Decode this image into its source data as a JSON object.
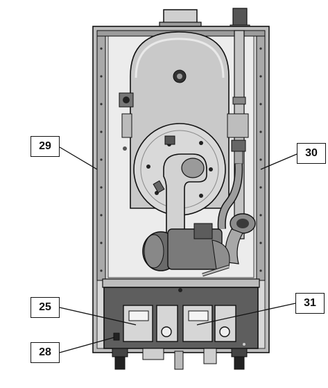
{
  "callouts": {
    "c29": "29",
    "c30": "30",
    "c25": "25",
    "c31": "31",
    "c28": "28"
  },
  "colors": {
    "outline": "#111111",
    "panel_light": "#e6e6e6",
    "metal_mid": "#b5b5b5",
    "metal_dark": "#6e6e6e",
    "base_dark": "#3a3a3a"
  }
}
